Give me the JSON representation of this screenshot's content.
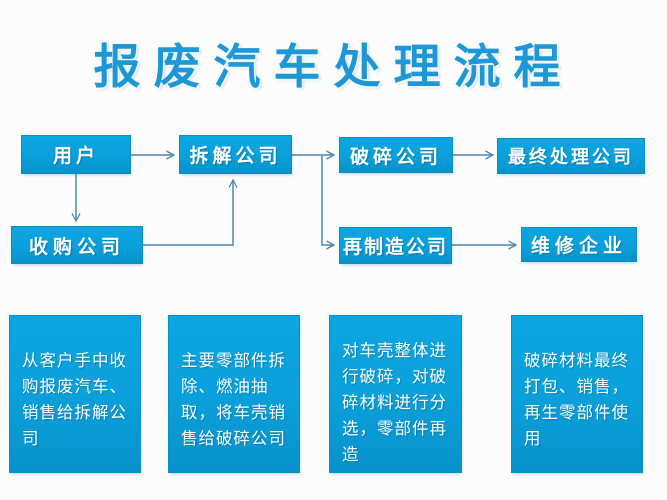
{
  "title": "报废汽车处理流程",
  "colors": {
    "box": "#0aa0db",
    "title": "#1e97d6",
    "arrow": "#4e86b4",
    "bg": "#fcfcfc",
    "text": "#ffffff"
  },
  "flow": {
    "nodes": [
      {
        "id": "user",
        "label": "用户"
      },
      {
        "id": "dismantling-company",
        "label": "拆解公司"
      },
      {
        "id": "crushing-company",
        "label": "破碎公司"
      },
      {
        "id": "final-processing-company",
        "label": "最终处理公司"
      },
      {
        "id": "acquisition-company",
        "label": "收购公司"
      },
      {
        "id": "remanufacturing-company",
        "label": "再制造公司"
      },
      {
        "id": "repair-enterprise",
        "label": "维修企业"
      }
    ],
    "edges": [
      {
        "from": "用户",
        "to": "拆解公司"
      },
      {
        "from": "用户",
        "to": "收购公司"
      },
      {
        "from": "收购公司",
        "to": "拆解公司"
      },
      {
        "from": "拆解公司",
        "to": "破碎公司"
      },
      {
        "from": "拆解公司",
        "to": "再制造公司"
      },
      {
        "from": "破碎公司",
        "to": "最终处理公司"
      },
      {
        "from": "再制造公司",
        "to": "维修企业"
      }
    ]
  },
  "details": [
    {
      "text": "从客户手中收购报废汽车、销售给拆解公司"
    },
    {
      "text": "主要零部件拆除、燃油抽取，将车壳销售给破碎公司"
    },
    {
      "text": "对车壳整体进行破碎，对破碎材料进行分选，零部件再造"
    },
    {
      "text": "破碎材料最终打包、销售，再生零部件使用"
    }
  ]
}
